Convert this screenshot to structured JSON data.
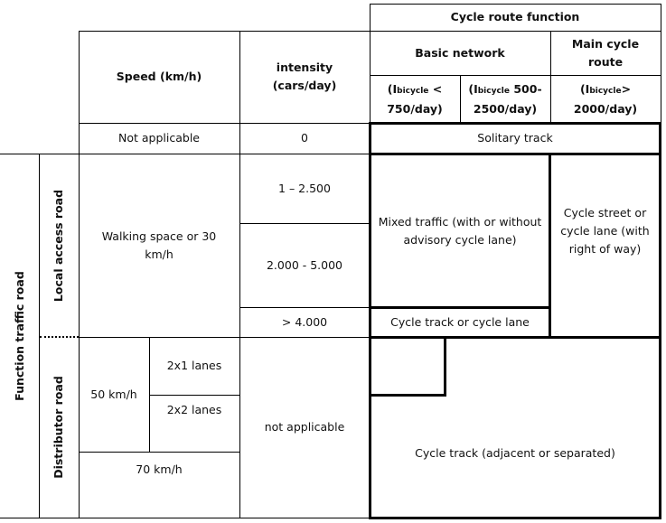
{
  "header": {
    "cycle_route_function": "Cycle route function",
    "speed": "Speed (km/h)",
    "intensity": "intensity (cars/day)",
    "basic_network": "Basic network",
    "main_cycle_route": "Main cycle route",
    "col1": {
      "open": "(I",
      "sub": "bicycle",
      "rest": " < 750/day)"
    },
    "col2": {
      "open": "(I",
      "sub": "bicycle",
      "rest": " 500-2500/day)"
    },
    "col3": {
      "open": "(I",
      "sub": "bicycle",
      "rest": "> 2000/day)"
    }
  },
  "rows": {
    "na_speed": "Not applicable",
    "na_intensity": "0",
    "solitary": "Solitary track",
    "function_traffic_road": "Function traffic road",
    "local_access_road": "Local access road",
    "distributor_road": "Distributor road",
    "walking_space": "Walking space or 30 km/h",
    "int1": "1 – 2.500",
    "int2": "2.000 - 5.000",
    "int3": "> 4.000",
    "mixed": "Mixed traffic (with or without advisory cycle lane)",
    "cycle_street": "Cycle street or cycle lane (with right of way)",
    "cycle_track_lane": "Cycle track or cycle lane",
    "speed50": "50 km/h",
    "lanes1": "2x1 lanes",
    "lanes2": "2x2 lanes",
    "speed70": "70 km/h",
    "not_applicable": "not applicable",
    "cycle_track_adj": "Cycle track (adjacent or separated)"
  }
}
